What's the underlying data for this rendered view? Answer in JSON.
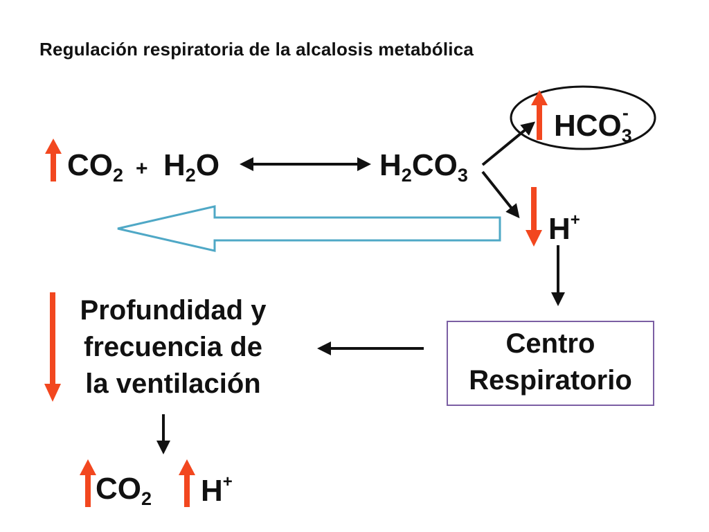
{
  "title": "Regulación respiratoria de la alcalosis metabólica",
  "equation": {
    "co2_base": "CO",
    "co2_sub": "2",
    "plus": "+",
    "h2o_h": "H",
    "h2o_sub": "2",
    "h2o_o": "O",
    "h2co3_h": "H",
    "h2co3_sub1": "2",
    "h2co3_co": "CO",
    "h2co3_sub2": "3"
  },
  "hco3": {
    "base": "HCO",
    "sub": "3",
    "sup": "-"
  },
  "h_ion": {
    "base": "H",
    "sup": "+"
  },
  "centro": {
    "line1": "Centro",
    "line2": "Respiratorio"
  },
  "ventilacion": {
    "line1": "Profundidad y",
    "line2": "frecuencia de",
    "line3": "la ventilación"
  },
  "bottom": {
    "co2_base": "CO",
    "co2_sub": "2",
    "h_base": "H",
    "h_sup": "+"
  },
  "colors": {
    "up_down_arrows": "#f2471f",
    "feedback_arrow": "#4fa8c6",
    "box_border": "#7b5ea3",
    "ellipse": "#111111"
  },
  "indicators": {
    "co2_initial": "up",
    "hco3": "up",
    "h_ion": "down",
    "ventilation": "down",
    "co2_result": "up",
    "h_result": "up"
  }
}
